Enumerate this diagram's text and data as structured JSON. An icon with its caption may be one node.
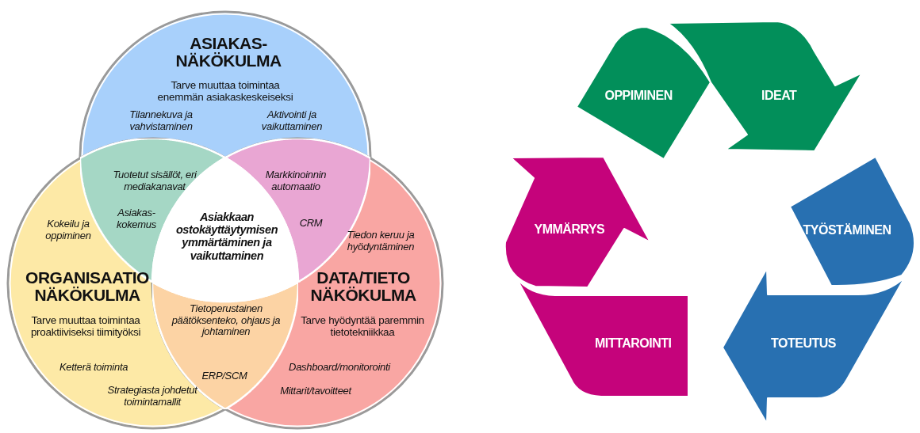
{
  "diagram": {
    "nodes": [
      {
        "text": [
          "ASIAKAS- NÄKÖKULMA",
          "Tarve muuttaa toimintaa enemmän asiakaskeskeiseksi",
          "Tilannekuva ja vahvistaminen",
          "Aktivointi ja vaikuttaminen"
        ]
      },
      {
        "text": [
          "Kokeilu ja oppiminen",
          "ORGANISAATIO NÄKÖKULMA",
          "Tarve muuttaa toimintaa proaktiiviseksi tiimityöksi",
          "Ketterä toiminta",
          "Strategiasta johdetut toimintamallit"
        ]
      },
      {
        "text": [
          "Tiedon keruu ja hyödyntäminen",
          "DATA/TIETO NÄKÖKULMA",
          "Tarve hyödyntää paremmin tietotekniikkaa",
          "Dashboard/monitorointi",
          "Mittarit/tavoitteet"
        ]
      },
      {
        "text": [
          "Tuotetut sisällöt, eri mediakanavat",
          "Asiakas- kokemus"
        ]
      },
      {
        "text": [
          "Markkinoinnin automaatio",
          "CRM"
        ]
      },
      {
        "text": [
          "Tietoperustainen päätöksenteko, ohjaus ja johtaminen",
          "ERP/SCM"
        ]
      },
      {
        "text": [
          "Asiakkaan ostokäyttäytymisen ymmärtäminen ja vaikuttaminen"
        ]
      },
      {
        "text": [
          "OPPIMINEN"
        ]
      },
      {
        "text": [
          "IDEAT"
        ]
      },
      {
        "text": [
          "TYÖSTÄMINEN"
        ]
      },
      {
        "text": [
          "TOTEUTUS"
        ]
      },
      {
        "text": [
          "MITTAROINTI"
        ]
      },
      {
        "text": [
          "YMMÄRRYS"
        ]
      }
    ]
  }
}
